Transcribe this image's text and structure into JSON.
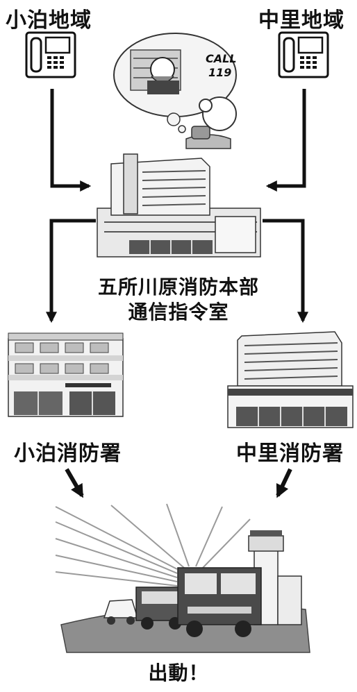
{
  "regions": {
    "left": "小泊地域",
    "right": "中里地域"
  },
  "call_bubble": {
    "line1": "CALL",
    "line2": "119"
  },
  "hq": {
    "line1": "五所川原消防本部",
    "line2": "通信指令室"
  },
  "stations": {
    "left": "小泊消防署",
    "right": "中里消防署"
  },
  "dispatch": "出動！"
}
